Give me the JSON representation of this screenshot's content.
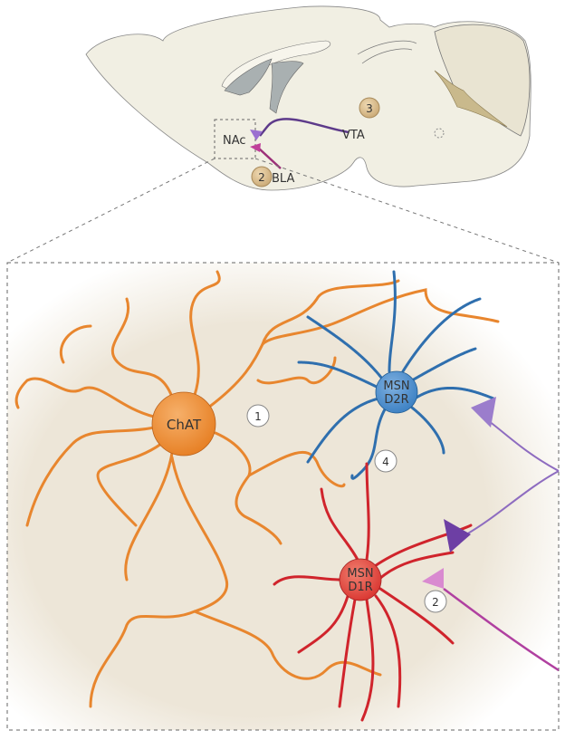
{
  "brain": {
    "regions": {
      "nac": "NAc",
      "vta": "VTA",
      "bla": "BLA"
    },
    "markers": {
      "vta_marker": "3",
      "bla_marker": "2"
    }
  },
  "detail": {
    "cells": {
      "chat": "ChAT",
      "d2r_line1": "MSN",
      "d2r_line2": "D2R",
      "d1r_line1": "MSN",
      "d1r_line2": "D1R"
    },
    "markers": {
      "m1": "1",
      "m4": "4",
      "m2": "2"
    }
  },
  "colors": {
    "chat": "#e8862e",
    "d2r": "#3a7fc2",
    "d1r": "#d9342f",
    "vta_projection": "#6a3e94",
    "bla_projection": "#b0408f",
    "brain_fill": "#f1efe3"
  }
}
